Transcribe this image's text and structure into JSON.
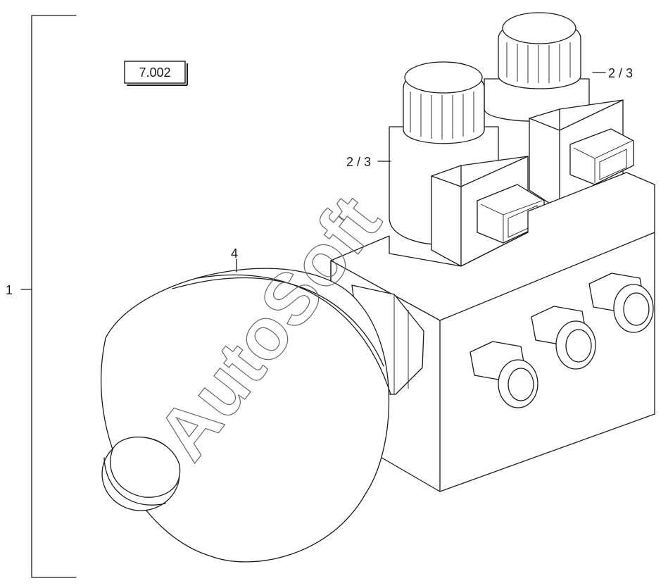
{
  "diagram": {
    "reference_box": "7.002",
    "callouts": {
      "assembly": "1",
      "upper_valve": "2 / 3",
      "lower_valve": "2 / 3",
      "accumulator": "4"
    },
    "watermark": "AutoSoft"
  }
}
